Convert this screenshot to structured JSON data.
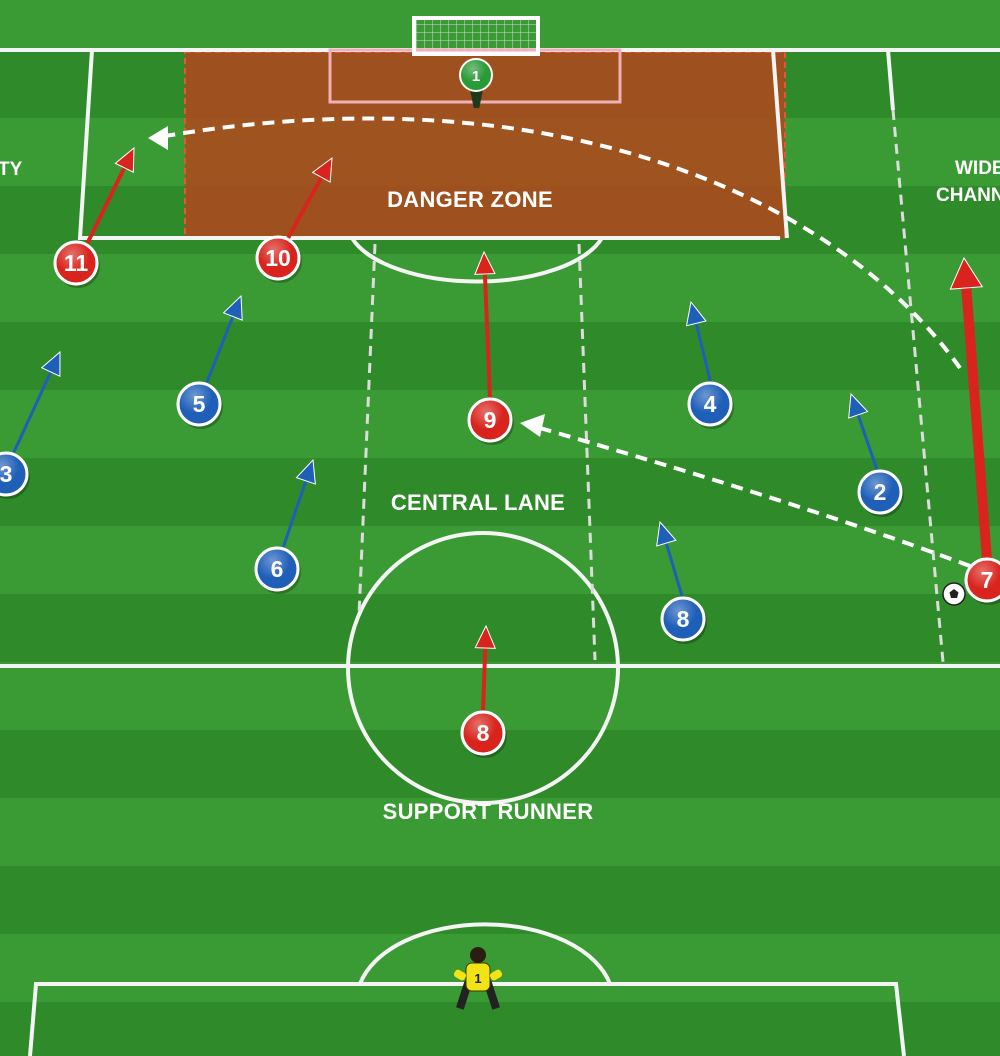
{
  "labels": {
    "danger_zone": "DANGER ZONE",
    "central_lane": "CENTRAL LANE",
    "support_runner": "SUPPORT RUNNER",
    "wide_channel_line1": "WIDE",
    "wide_channel_line2": "CHANNEL",
    "left_edge_text": "TY"
  },
  "colors": {
    "attack": "#d8241c",
    "defend": "#1f5fb8",
    "goalkeeper_opponent": "#2a9a36",
    "goalkeeper_own": "#f2e317",
    "danger_zone_fill": "#b2461c",
    "grass_light": "#3a9a33",
    "grass_dark": "#2f8a2a"
  },
  "players": {
    "attackers": [
      "11",
      "10",
      "9",
      "7",
      "8"
    ],
    "defenders": [
      "5",
      "3",
      "6",
      "4",
      "2",
      "8"
    ],
    "opponent_goalkeeper": "1",
    "own_goalkeeper": "1"
  },
  "icons": {
    "ball": "soccer-ball-icon",
    "goal": "goal-net-icon"
  }
}
